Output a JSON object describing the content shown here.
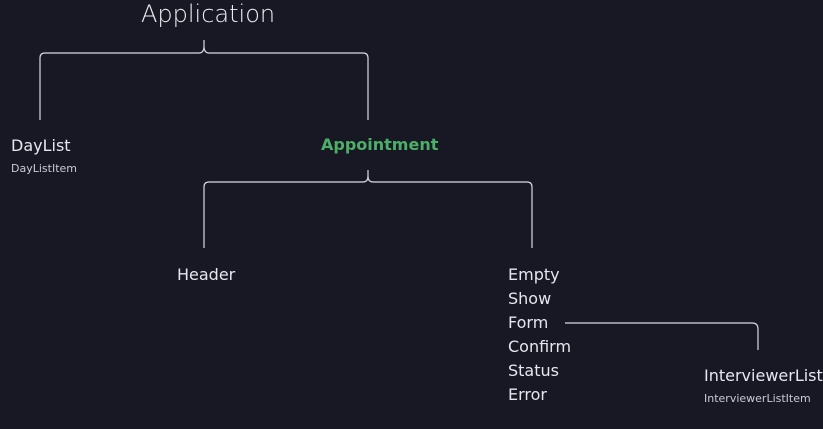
{
  "diagram": {
    "root": {
      "label": "Application"
    },
    "daylist": {
      "label": "DayList",
      "child": "DayListItem"
    },
    "appointment": {
      "label": "Appointment",
      "accent_color": "#4caf68"
    },
    "header": {
      "label": "Header"
    },
    "modes": [
      "Empty",
      "Show",
      "Form",
      "Confirm",
      "Status",
      "Error"
    ],
    "interviewer": {
      "label": "InterviewerList",
      "child": "InterviewerListItem"
    }
  }
}
